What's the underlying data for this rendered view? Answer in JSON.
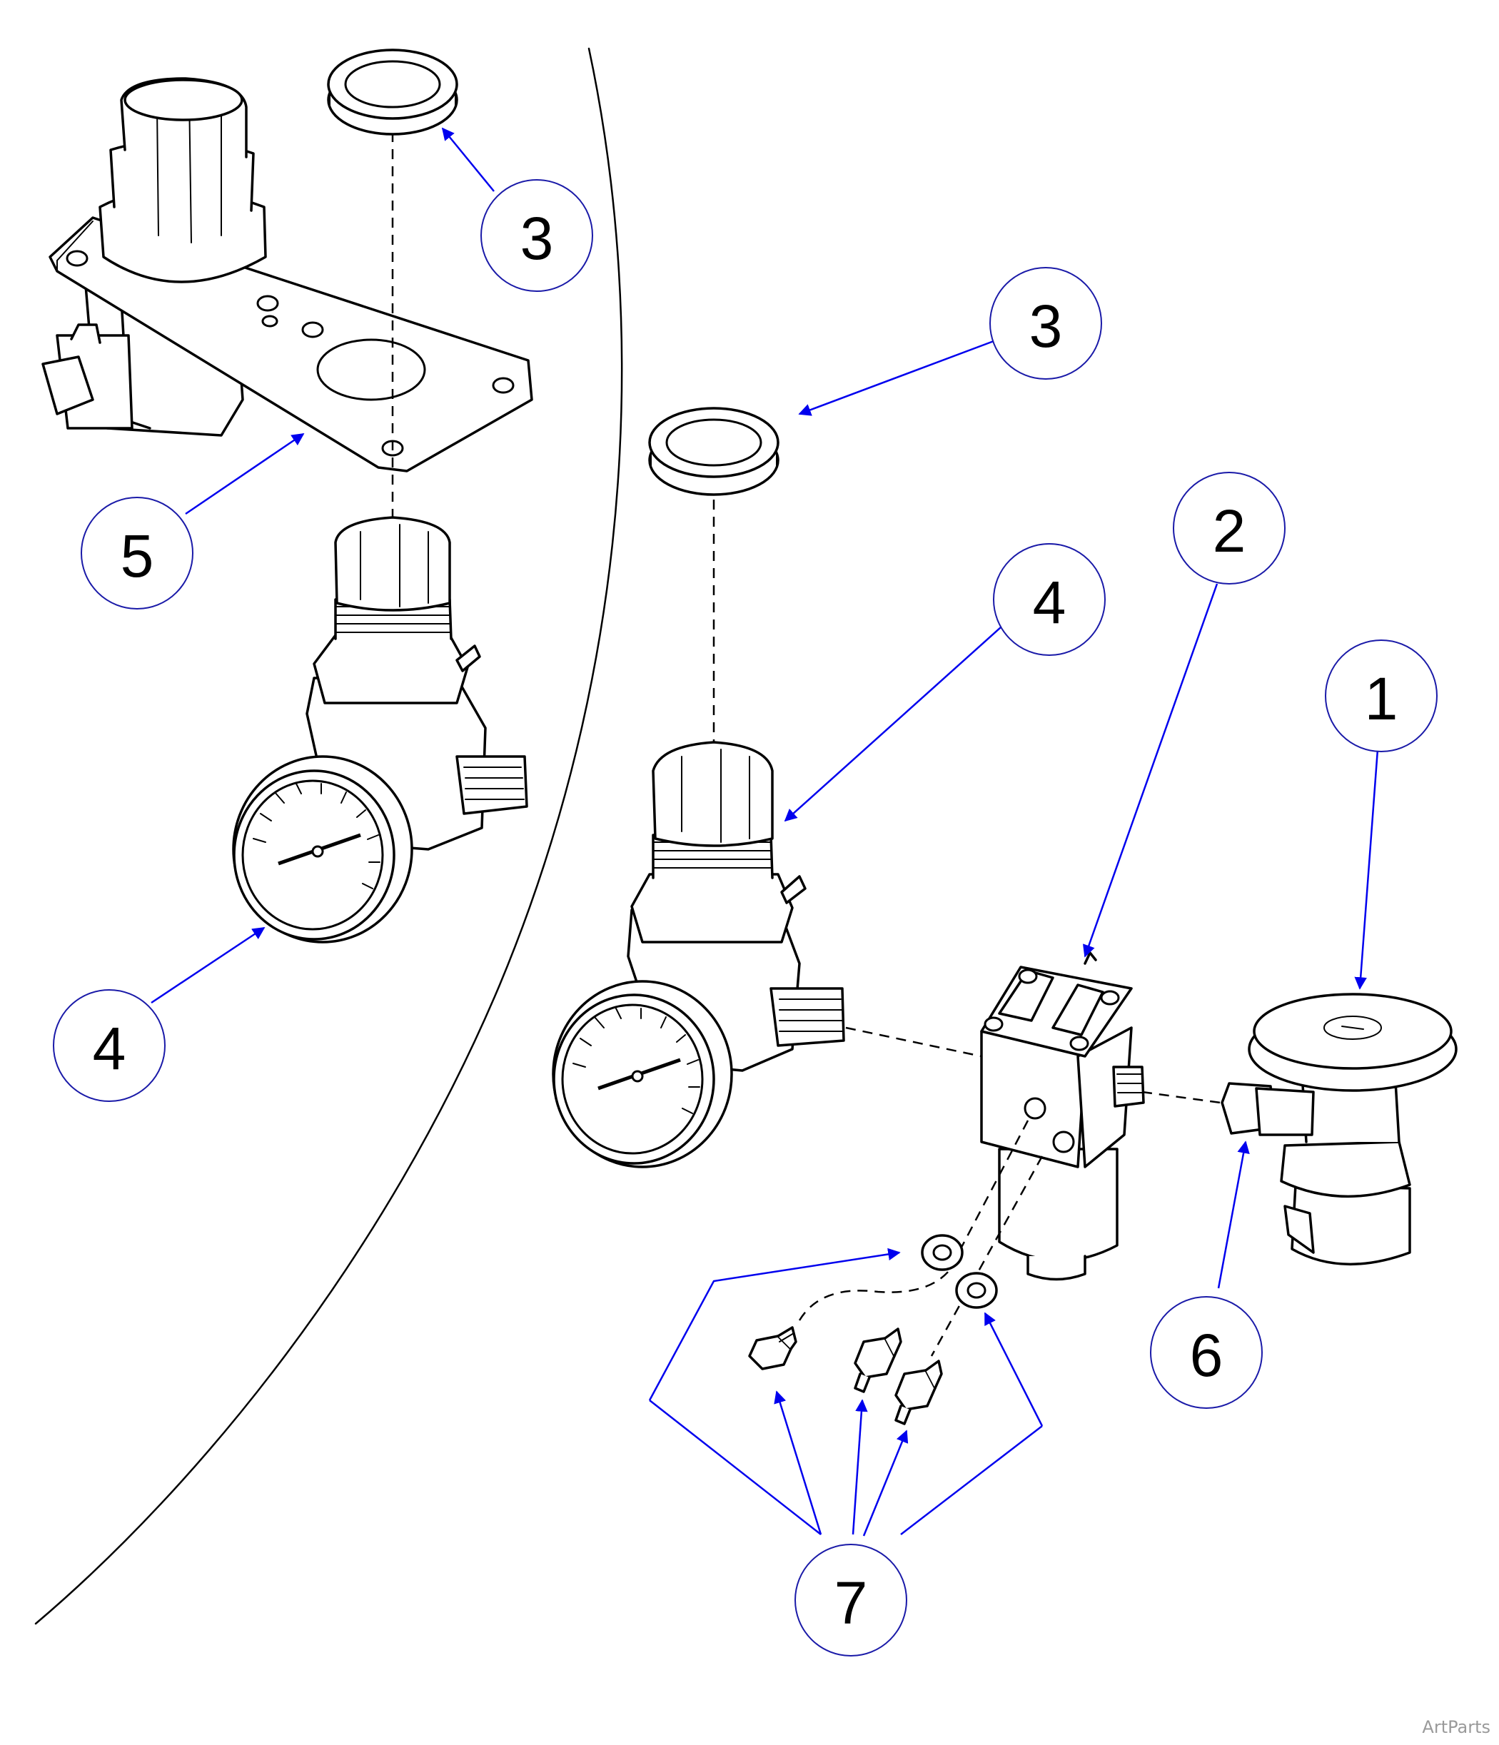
{
  "callouts": {
    "one": "1",
    "two": "2",
    "three_upper": "3",
    "three_lower": "3",
    "four_left": "4",
    "four_center": "4",
    "five": "5",
    "six": "6",
    "seven": "7"
  },
  "watermark": "ArtParts",
  "colors": {
    "leader": "#0000ee",
    "bubble_outline": "#1a1aa8",
    "linework": "#000000",
    "watermark": "#9a9a9a"
  }
}
